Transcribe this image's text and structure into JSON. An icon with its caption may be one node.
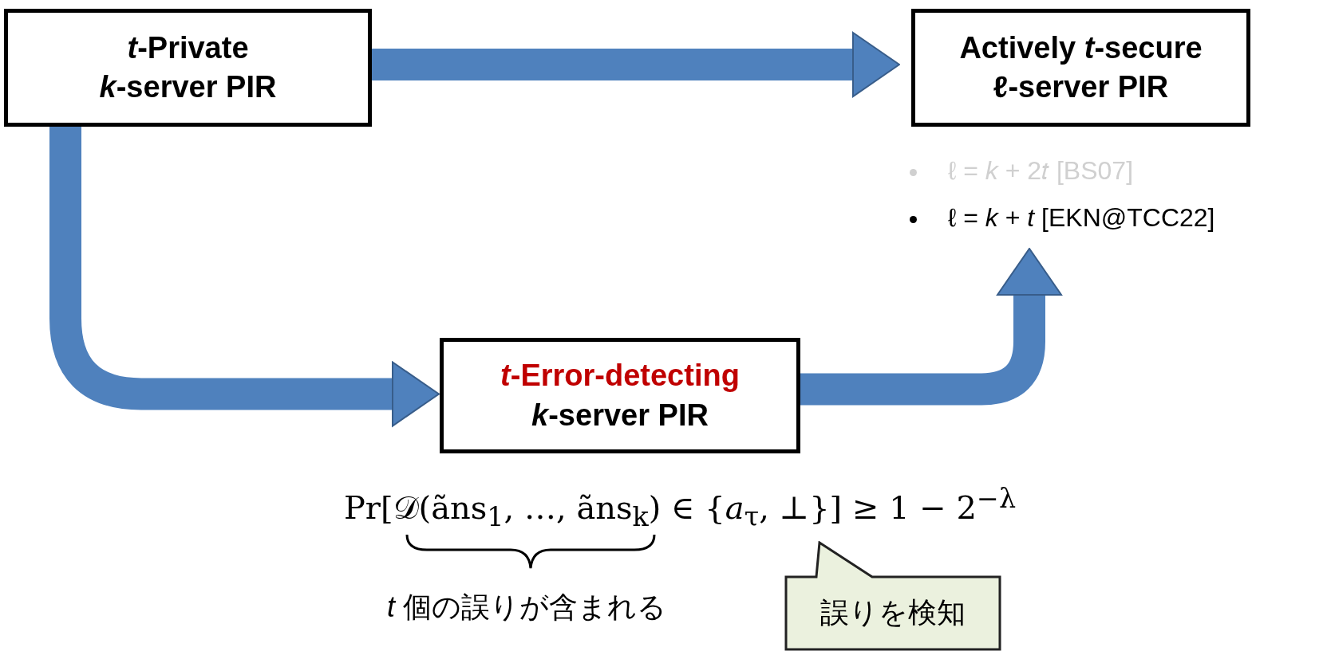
{
  "diagram": {
    "nodes": [
      {
        "text": [
          "*t*-Private *k*-server PIR"
        ]
      },
      {
        "text": [
          "Actively *t*-secure ℓ-server PIR"
        ],
        "beside": [
          "ℓ = *k* + 2𝑡 [BS07]",
          "ℓ = *k* + *t* [EKN@TCC22]"
        ]
      },
      {
        "text": [
          "*t*-Error-detecting",
          "*k*-server PIR"
        ]
      },
      {
        "text": [
          "誤りを検知"
        ]
      }
    ],
    "edges": [
      {
        "from": 0,
        "to": 1,
        "arrow": "to"
      },
      {
        "from": 0,
        "to": 2,
        "arrow": "to"
      },
      {
        "from": 2,
        "to": 1,
        "arrow": "to"
      }
    ],
    "labels": [
      "Pr[𝒟(ãns$_{1}$, …, ãns$_{k}$) ∈ {*a*$_{τ}$, ⊥}] ≥ 1 − 2$^{−λ}$",
      "*t* 個の誤りが含まれる"
    ]
  }
}
